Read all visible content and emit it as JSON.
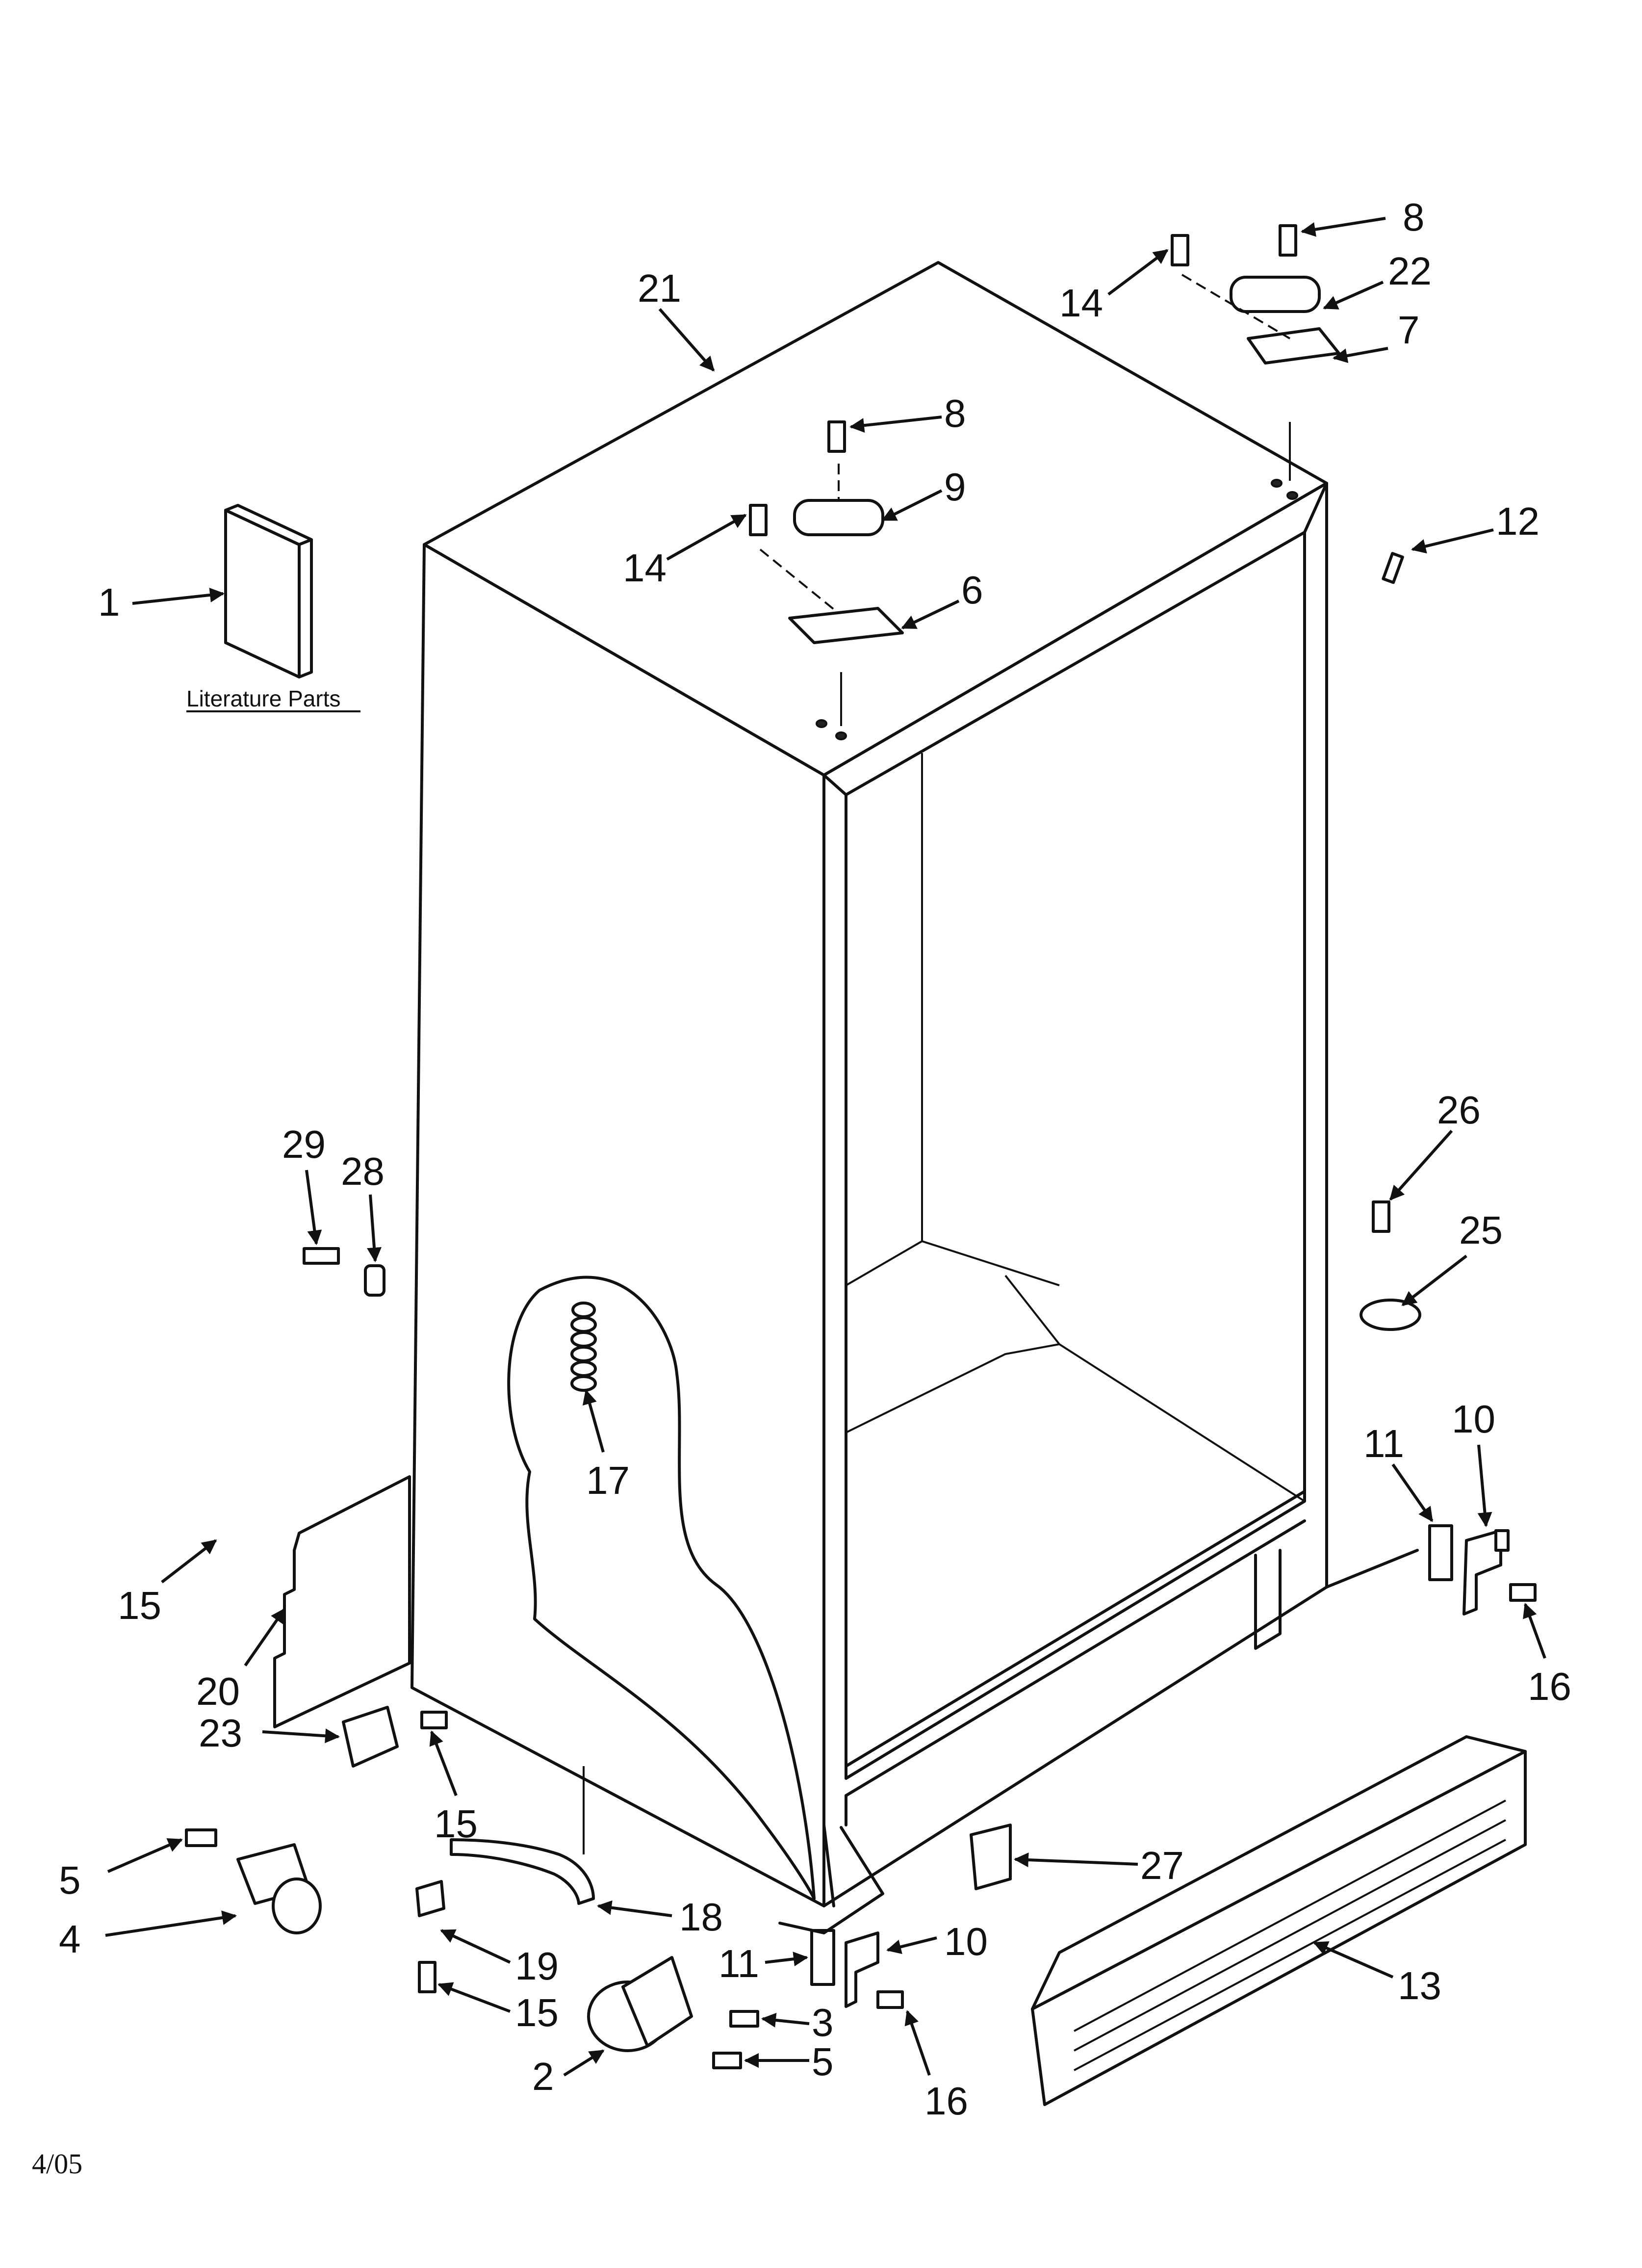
{
  "diagram": {
    "literature_caption": "Literature Parts",
    "revision_date": "4/05",
    "callouts": [
      {
        "key": "21",
        "text": "21"
      },
      {
        "key": "8a",
        "text": "8"
      },
      {
        "key": "14a",
        "text": "14"
      },
      {
        "key": "22",
        "text": "22"
      },
      {
        "key": "7",
        "text": "7"
      },
      {
        "key": "8b",
        "text": "8"
      },
      {
        "key": "9",
        "text": "9"
      },
      {
        "key": "14b",
        "text": "14"
      },
      {
        "key": "6",
        "text": "6"
      },
      {
        "key": "12",
        "text": "12"
      },
      {
        "key": "1",
        "text": "1"
      },
      {
        "key": "29",
        "text": "29"
      },
      {
        "key": "28",
        "text": "28"
      },
      {
        "key": "26",
        "text": "26"
      },
      {
        "key": "25",
        "text": "25"
      },
      {
        "key": "17",
        "text": "17"
      },
      {
        "key": "11a",
        "text": "11"
      },
      {
        "key": "10a",
        "text": "10"
      },
      {
        "key": "15a",
        "text": "15"
      },
      {
        "key": "20",
        "text": "20"
      },
      {
        "key": "16a",
        "text": "16"
      },
      {
        "key": "23",
        "text": "23"
      },
      {
        "key": "15b",
        "text": "15"
      },
      {
        "key": "27",
        "text": "27"
      },
      {
        "key": "5a",
        "text": "5"
      },
      {
        "key": "18",
        "text": "18"
      },
      {
        "key": "4",
        "text": "4"
      },
      {
        "key": "19",
        "text": "19"
      },
      {
        "key": "11b",
        "text": "11"
      },
      {
        "key": "10b",
        "text": "10"
      },
      {
        "key": "15c",
        "text": "15"
      },
      {
        "key": "3",
        "text": "3"
      },
      {
        "key": "13",
        "text": "13"
      },
      {
        "key": "2",
        "text": "2"
      },
      {
        "key": "5b",
        "text": "5"
      },
      {
        "key": "16b",
        "text": "16"
      }
    ]
  }
}
